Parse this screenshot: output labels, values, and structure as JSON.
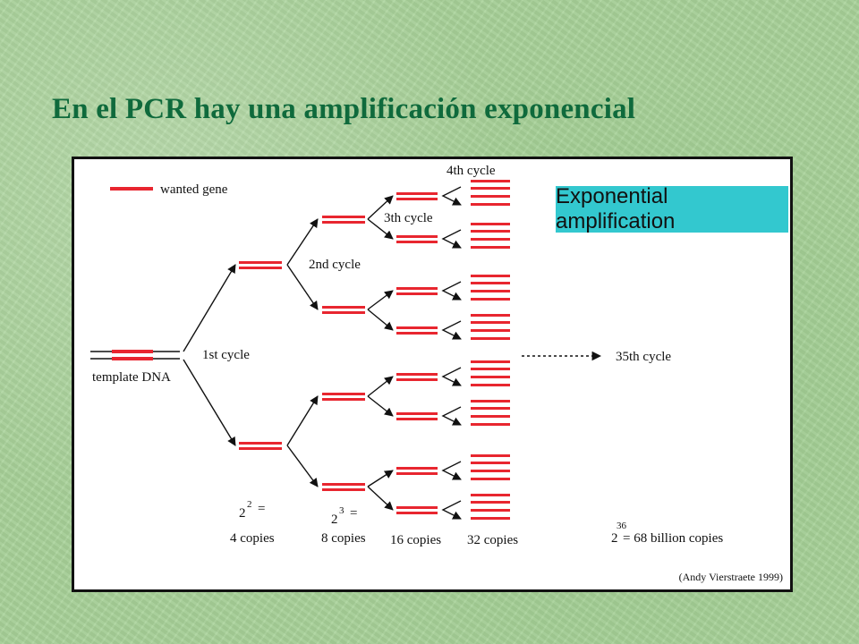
{
  "slide": {
    "title": "En el PCR hay una amplificación exponencial"
  },
  "figure": {
    "legend_label": "wanted gene",
    "banner": "Exponential amplification",
    "template_label": "template DNA",
    "cycle_labels": [
      "1st cycle",
      "2nd cycle",
      "3th cycle",
      "4th cycle"
    ],
    "final_cycle_label": "35th cycle",
    "copy_counts": [
      {
        "base": "2",
        "exp": "2",
        "suffix": "=",
        "copies": "4 copies"
      },
      {
        "base": "2",
        "exp": "3",
        "suffix": "=",
        "copies": "8 copies"
      },
      {
        "copies": "16 copies"
      },
      {
        "copies": "32 copies"
      }
    ],
    "final_count": {
      "base": "2",
      "exp": "36",
      "text": "= 68 billion copies"
    },
    "credit": "(Andy Vierstraete 1999)",
    "colors": {
      "gene": "#e8262f",
      "strand": "#111111",
      "banner": "#33c8cf",
      "title": "#0f6a3c"
    }
  }
}
